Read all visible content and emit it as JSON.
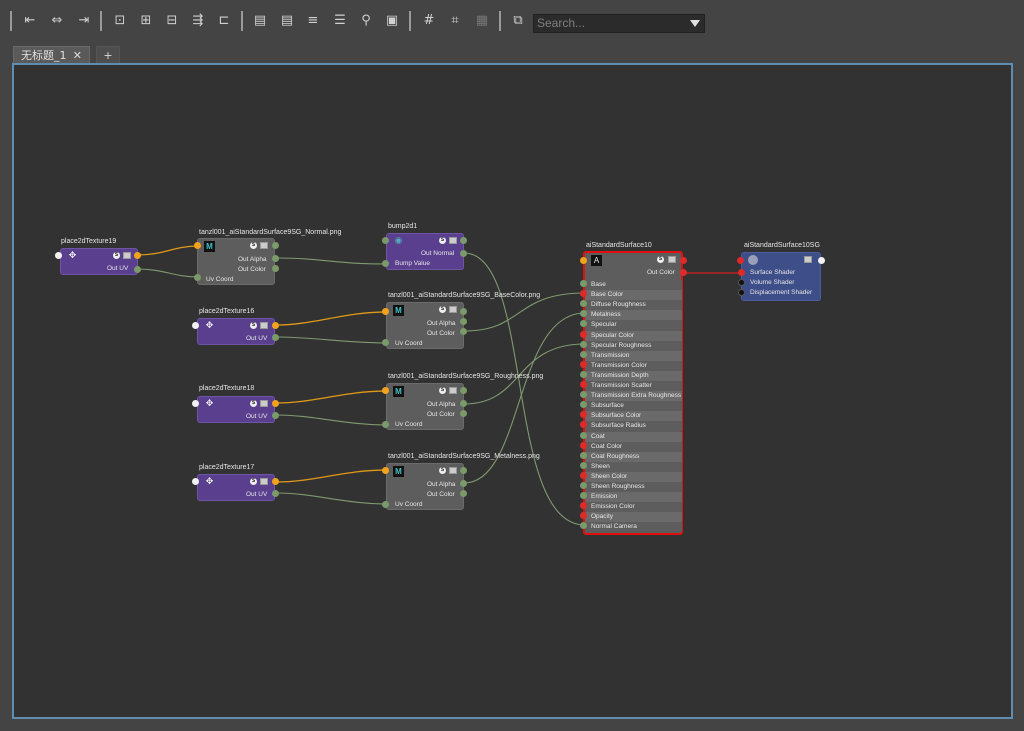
{
  "toolbar": {
    "icons": [
      "graph-input-icon",
      "graph-both-icon",
      "graph-output-icon",
      "frame-selection-icon",
      "add-selected-icon",
      "remove-selected-icon",
      "graph-layout-icon",
      "rearrange-icon",
      "simple-view-icon",
      "connected-view-icon",
      "full-view-icon",
      "custom-view-icon",
      "magnify-icon",
      "swatch-icon",
      "grid-icon",
      "snap-icon",
      "render-icon",
      "filter-icon"
    ],
    "search_placeholder": "Search..."
  },
  "tabs": [
    {
      "label": "无标题_1",
      "close": "✕"
    },
    {
      "label": "+"
    }
  ],
  "nodes": {
    "p19": {
      "title": "place2dTexture19",
      "out": "Out UV"
    },
    "p16": {
      "title": "place2dTexture16",
      "out": "Out UV"
    },
    "p18": {
      "title": "place2dTexture18",
      "out": "Out UV"
    },
    "p17": {
      "title": "place2dTexture17",
      "out": "Out UV"
    },
    "tn": {
      "title": "tanzl001_aiStandardSurface9SG_Normal.png",
      "out1": "Out Alpha",
      "out2": "Out Color",
      "in": "Uv Coord"
    },
    "tb": {
      "title": "tanzl001_aiStandardSurface9SG_BaseColor.png",
      "out1": "Out Alpha",
      "out2": "Out Color",
      "in": "Uv Coord"
    },
    "tr": {
      "title": "tanzl001_aiStandardSurface9SG_Roughness.png",
      "out1": "Out Alpha",
      "out2": "Out Color",
      "in": "Uv Coord"
    },
    "tm": {
      "title": "tanzl001_aiStandardSurface9SG_Metalness.png",
      "out1": "Out Alpha",
      "out2": "Out Color",
      "in": "Uv Coord"
    },
    "bump": {
      "title": "bump2d1",
      "out": "Out Normal",
      "in": "Bump Value"
    },
    "ai": {
      "title": "aiStandardSurface10",
      "out": "Out Color",
      "attrs": [
        "Base",
        "Base Color",
        "Diffuse Roughness",
        "Metalness",
        "Specular",
        "Specular Color",
        "Specular Roughness",
        "Transmission",
        "Transmission Color",
        "Transmission Depth",
        "Transmission Scatter",
        "Transmission Extra Roughness",
        "Subsurface",
        "Subsurface Color",
        "Subsurface Radius",
        "Coat",
        "Coat Color",
        "Coat Roughness",
        "Sheen",
        "Sheen Color",
        "Sheen Roughness",
        "Emission",
        "Emission Color",
        "Opacity",
        "Normal Camera"
      ]
    },
    "sg": {
      "title": "aiStandardSurface10SG",
      "attrs": [
        "Surface Shader",
        "Volume Shader",
        "Displacement Shader"
      ]
    }
  },
  "colors": {
    "canvas": "#323232",
    "border": "#5f8db2",
    "wire_uv": "#e0a020",
    "wire_data": "#7f9a70",
    "wire_shader": "#d02020",
    "selected": "#e01010"
  }
}
